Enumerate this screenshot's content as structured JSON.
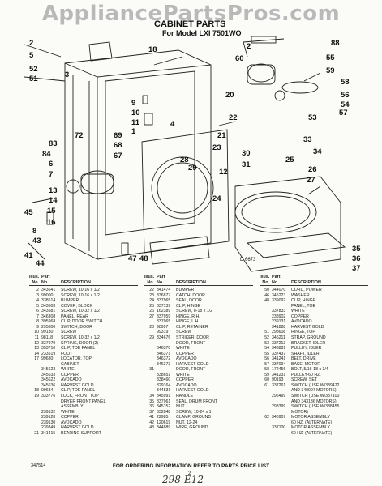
{
  "watermark": "AppliancePartsPros.com",
  "title": "CABINET PARTS",
  "subtitle": "For Model LXI 7501WO",
  "drawing_number": "D 6673",
  "callouts": [
    "2",
    "5",
    "52",
    "51",
    "3",
    "18",
    "9",
    "10",
    "11",
    "1",
    "72",
    "83",
    "84",
    "69",
    "68",
    "67",
    "6",
    "7",
    "20",
    "22",
    "23",
    "4",
    "12",
    "28",
    "29",
    "30",
    "31",
    "24",
    "21",
    "13",
    "14",
    "15",
    "16",
    "8",
    "43",
    "45",
    "41",
    "44",
    "47",
    "48",
    "2",
    "60",
    "88",
    "55",
    "59",
    "58",
    "56",
    "54",
    "57",
    "53",
    "33",
    "34",
    "25",
    "26",
    "27",
    "35",
    "36",
    "37"
  ],
  "table_headers": {
    "illus": "Illus.",
    "no": "No.",
    "part": "Part",
    "part_no": "No.",
    "description": "DESCRIPTION"
  },
  "columns": [
    [
      {
        "i": "2",
        "p": "343641",
        "d": "SCREW, 10-16 x 1/2"
      },
      {
        "i": "3",
        "p": "99000",
        "d": "SCREW, 10-16 x 1/2"
      },
      {
        "i": "4",
        "p": "338614",
        "d": "BUMPER"
      },
      {
        "i": "5",
        "p": "343603",
        "d": "COVER, BLOCK"
      },
      {
        "i": "6",
        "p": "343581",
        "d": "SCREW, 10-32 x 1/2"
      },
      {
        "i": "7",
        "p": "346308",
        "d": "PANEL, REAR"
      },
      {
        "i": "8",
        "p": "395968",
        "d": "CLIP, DOOR SWITCH"
      },
      {
        "i": "9",
        "p": "295800",
        "d": "SWITCH, DOOR"
      },
      {
        "i": "10",
        "p": "99130",
        "d": "SCREW"
      },
      {
        "i": "11",
        "p": "98118",
        "d": "SCREW, 10-32 x 1/2"
      },
      {
        "i": "12",
        "p": "337970",
        "d": "SPRING, DOOR (2)"
      },
      {
        "i": "13",
        "p": "353710",
        "d": "CLIP, TOE PANEL"
      },
      {
        "i": "14",
        "p": "233519",
        "d": "FOOT"
      },
      {
        "i": "17",
        "p": "99680",
        "d": "LOCATOR, TOP"
      },
      {
        "i": "",
        "p": "",
        "d": "CABINET"
      },
      {
        "i": "",
        "p": "345623",
        "d": "WHITE"
      },
      {
        "i": "",
        "p": "345633",
        "d": "COPPER"
      },
      {
        "i": "",
        "p": "345622",
        "d": "AVOCADO"
      },
      {
        "i": "",
        "p": "345636",
        "d": "HARVEST GOLD"
      },
      {
        "i": "18",
        "p": "99634",
        "d": "CLIP, TOE PANEL"
      },
      {
        "i": "19",
        "p": "333776",
        "d": "LOCK, FRONT TOP"
      },
      {
        "i": "",
        "p": "",
        "d": "DRYER FRONT PANEL"
      },
      {
        "i": "",
        "p": "",
        "d": "ASSEMBLY"
      },
      {
        "i": "",
        "p": "239132",
        "d": "WHITE"
      },
      {
        "i": "",
        "p": "239128",
        "d": "COPPER"
      },
      {
        "i": "",
        "p": "239130",
        "d": "AVOCADO"
      },
      {
        "i": "",
        "p": "239349",
        "d": "HARVEST GOLD"
      },
      {
        "i": "21",
        "p": "341415",
        "d": "BEARING SUPPORT"
      }
    ],
    [
      {
        "i": "22",
        "p": "341474",
        "d": "BUMPER"
      },
      {
        "i": "23",
        "p": "336877",
        "d": "CATCH, DOOR"
      },
      {
        "i": "24",
        "p": "337965",
        "d": "SEAL, DOOR"
      },
      {
        "i": "25",
        "p": "337139",
        "d": "CLIP, HINGE"
      },
      {
        "i": "26",
        "p": "162389",
        "d": "SCREW, 8-18 x 1/2"
      },
      {
        "i": "27",
        "p": "337959",
        "d": "HINGE, R.H."
      },
      {
        "i": "",
        "p": "337965",
        "d": "HINGE, L.H."
      },
      {
        "i": "28",
        "p": "98997",
        "d": "CLIP, RETAINER"
      },
      {
        "i": "",
        "p": "99319",
        "d": "SCREW"
      },
      {
        "i": "29",
        "p": "334676",
        "d": "STRIKER, DOOR"
      },
      {
        "i": "",
        "p": "",
        "d": "DOOR, FRONT"
      },
      {
        "i": "",
        "p": "346370",
        "d": "WHITE"
      },
      {
        "i": "",
        "p": "346371",
        "d": "COPPER"
      },
      {
        "i": "",
        "p": "346372",
        "d": "AVOCADO"
      },
      {
        "i": "",
        "p": "346373",
        "d": "HARVEST GOLD"
      },
      {
        "i": "31",
        "p": "",
        "d": "DOOR, FRONT"
      },
      {
        "i": "",
        "p": "338651",
        "d": "WHITE"
      },
      {
        "i": "",
        "p": "338460",
        "d": "COPPER"
      },
      {
        "i": "",
        "p": "329164",
        "d": "AVOCADO"
      },
      {
        "i": "",
        "p": "344831",
        "d": "HARVEST GOLD"
      },
      {
        "i": "34",
        "p": "345991",
        "d": "HANDLE"
      },
      {
        "i": "35",
        "p": "337961",
        "d": "SEAL, DRUM FRONT"
      },
      {
        "i": "36",
        "p": "345152",
        "d": "NUT"
      },
      {
        "i": "37",
        "p": "332848",
        "d": "SCREW, 10-24 x 1"
      },
      {
        "i": "41",
        "p": "22985",
        "d": "CLAMP, GROUND"
      },
      {
        "i": "42",
        "p": "120619",
        "d": "NUT, 12-24"
      },
      {
        "i": "43",
        "p": "344889",
        "d": "WIRE, GROUND"
      }
    ],
    [
      {
        "i": "50",
        "p": "344070",
        "d": "CORD, POWER"
      },
      {
        "i": "46",
        "p": "345223",
        "d": "WASHER"
      },
      {
        "i": "48",
        "p": "339092",
        "d": "CLIP, HINGE"
      },
      {
        "i": "",
        "p": "",
        "d": "PANEL, TOE"
      },
      {
        "i": "",
        "p": "337833",
        "d": "WHITE"
      },
      {
        "i": "",
        "p": "238902",
        "d": "COPPER"
      },
      {
        "i": "",
        "p": "239131",
        "d": "AVOCADO"
      },
      {
        "i": "",
        "p": "341888",
        "d": "HARVEST GOLD"
      },
      {
        "i": "51",
        "p": "298608",
        "d": "HINGE, TOP"
      },
      {
        "i": "52",
        "p": "345211",
        "d": "STRAP, GROUND"
      },
      {
        "i": "53",
        "p": "337213",
        "d": "BRACKET, IDLER"
      },
      {
        "i": "54",
        "p": "343881",
        "d": "PULLEY, IDLER"
      },
      {
        "i": "55",
        "p": "337437",
        "d": "SHAFT, IDLER"
      },
      {
        "i": "56",
        "p": "341241",
        "d": "BELT, DRIVE"
      },
      {
        "i": "57",
        "p": "337094",
        "d": "BASE, MOTOR"
      },
      {
        "i": "58",
        "p": "172456",
        "d": "BOLT, 5/16-18 x 3/4"
      },
      {
        "i": "59",
        "p": "341231",
        "d": "PULLEY-60 HZ."
      },
      {
        "i": "60",
        "p": "90193",
        "d": "SCREW, SET"
      },
      {
        "i": "61",
        "p": "337261",
        "d": "SWITCH (USE W/339472"
      },
      {
        "i": "",
        "p": "",
        "d": "AND 340907 MOTORS)"
      },
      {
        "i": "",
        "p": "296499",
        "d": "SWITCH (USE W/337100"
      },
      {
        "i": "",
        "p": "",
        "d": "AND 343136 MOTORS)"
      },
      {
        "i": "",
        "p": "298399",
        "d": "SWITCH (USE W/338455"
      },
      {
        "i": "",
        "p": "",
        "d": "MOTOR)"
      },
      {
        "i": "62",
        "p": "340907",
        "d": "MOTOR ASSEMBLY"
      },
      {
        "i": "",
        "p": "",
        "d": "60 HZ. (ALTERNATE)"
      },
      {
        "i": "",
        "p": "337100",
        "d": "MOTOR ASSEMBLY"
      },
      {
        "i": "",
        "p": "",
        "d": "60 HZ. (ALTERNATE)"
      }
    ]
  ],
  "footnote": "FOR ORDERING INFORMATION REFER TO PARTS PRICE LIST",
  "code_left": "347514",
  "page_number": "2",
  "handwritten": "298-E12"
}
